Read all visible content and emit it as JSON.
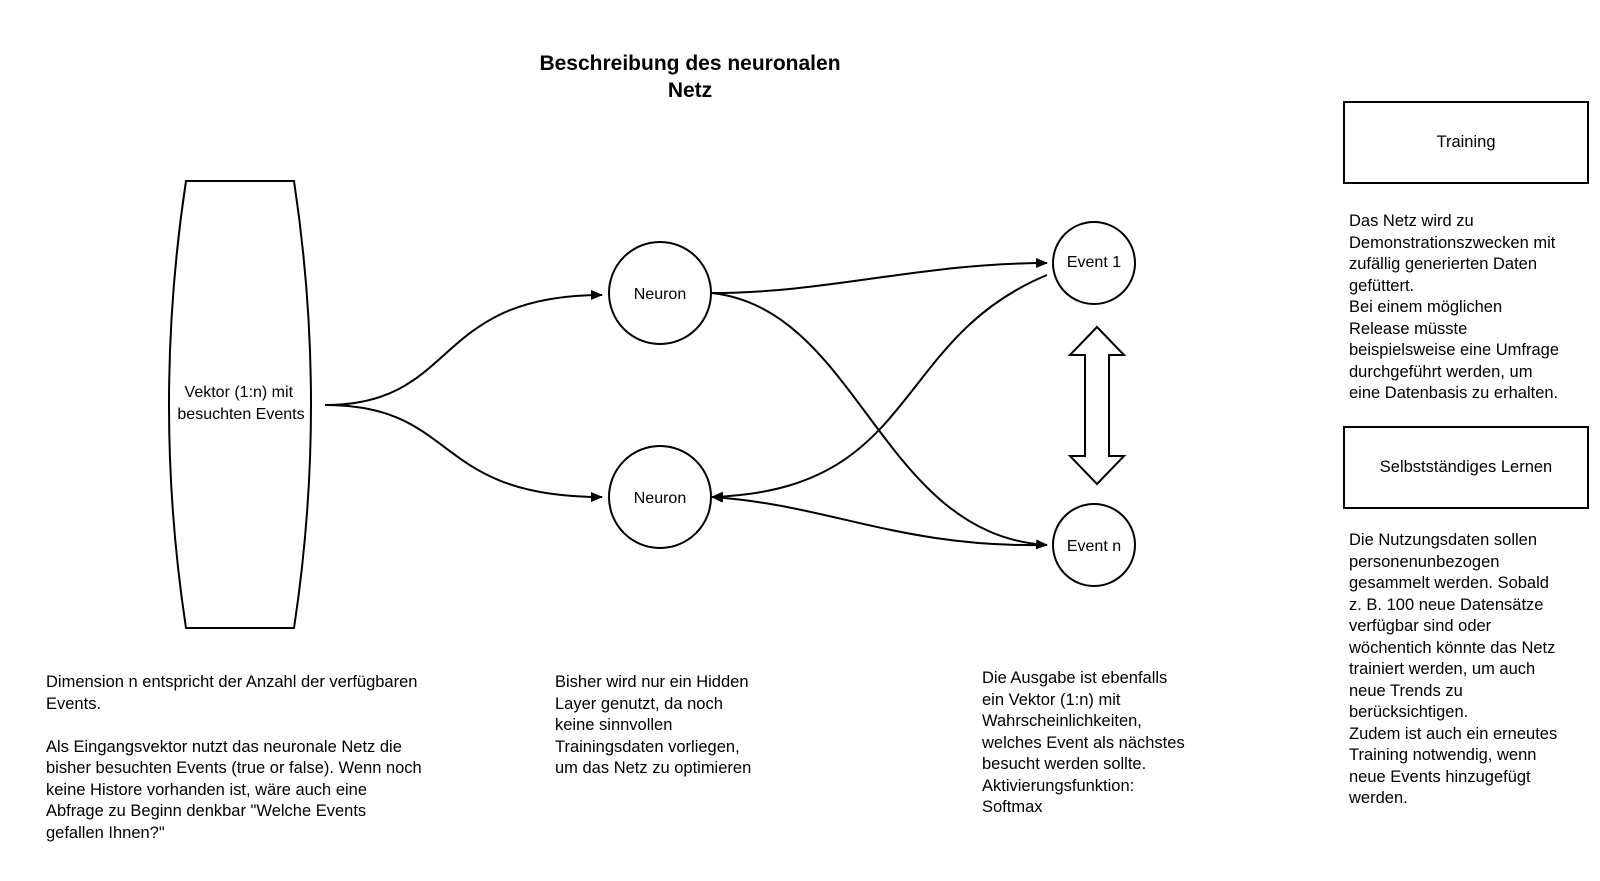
{
  "title": "Beschreibung des neuronalen\nNetz",
  "nodes": {
    "input": "Vektor (1:n) mit\nbesuchten Events",
    "neuron_top": "Neuron",
    "neuron_bottom": "Neuron",
    "event_1": "Event 1",
    "event_n": "Event n"
  },
  "notes": {
    "input": "Dimension n entspricht der Anzahl der verfügbaren\nEvents.\n\nAls Eingangsvektor nutzt das neuronale Netz die\nbisher besuchten Events (true or false). Wenn noch\nkeine Histore vorhanden ist, wäre auch eine\nAbfrage zu Beginn denkbar \"Welche Events\ngefallen Ihnen?\"",
    "hidden": "Bisher wird nur ein Hidden\nLayer genutzt, da noch\nkeine sinnvollen\nTrainingsdaten vorliegen,\num das Netz zu optimieren",
    "output": "Die Ausgabe ist ebenfalls\nein Vektor (1:n) mit\nWahrscheinlichkeiten,\nwelches Event als nächstes\nbesucht werden sollte.\nAktivierungsfunktion:\nSoftmax"
  },
  "side": {
    "training_label": "Training",
    "training_text": "Das Netz wird zu\nDemonstrationszwecken mit\nzufällig generierten Daten\ngefüttert.\nBei einem möglichen\nRelease müsste\nbeispielsweise eine Umfrage\ndurchgeführt werden, um\neine Datenbasis zu erhalten.",
    "learning_label": "Selbstständiges Lernen",
    "learning_text": "Die Nutzungsdaten sollen\npersonenunbezogen\ngesammelt werden. Sobald\nz. B. 100 neue Datensätze\nverfügbar sind oder\nwöchentich könnte das Netz\ntrainiert werden, um auch\nneue Trends zu\nberücksichtigen.\nZudem ist auch ein erneutes\nTraining notwendig, wenn\nneue Events hinzugefügt\nwerden."
  }
}
